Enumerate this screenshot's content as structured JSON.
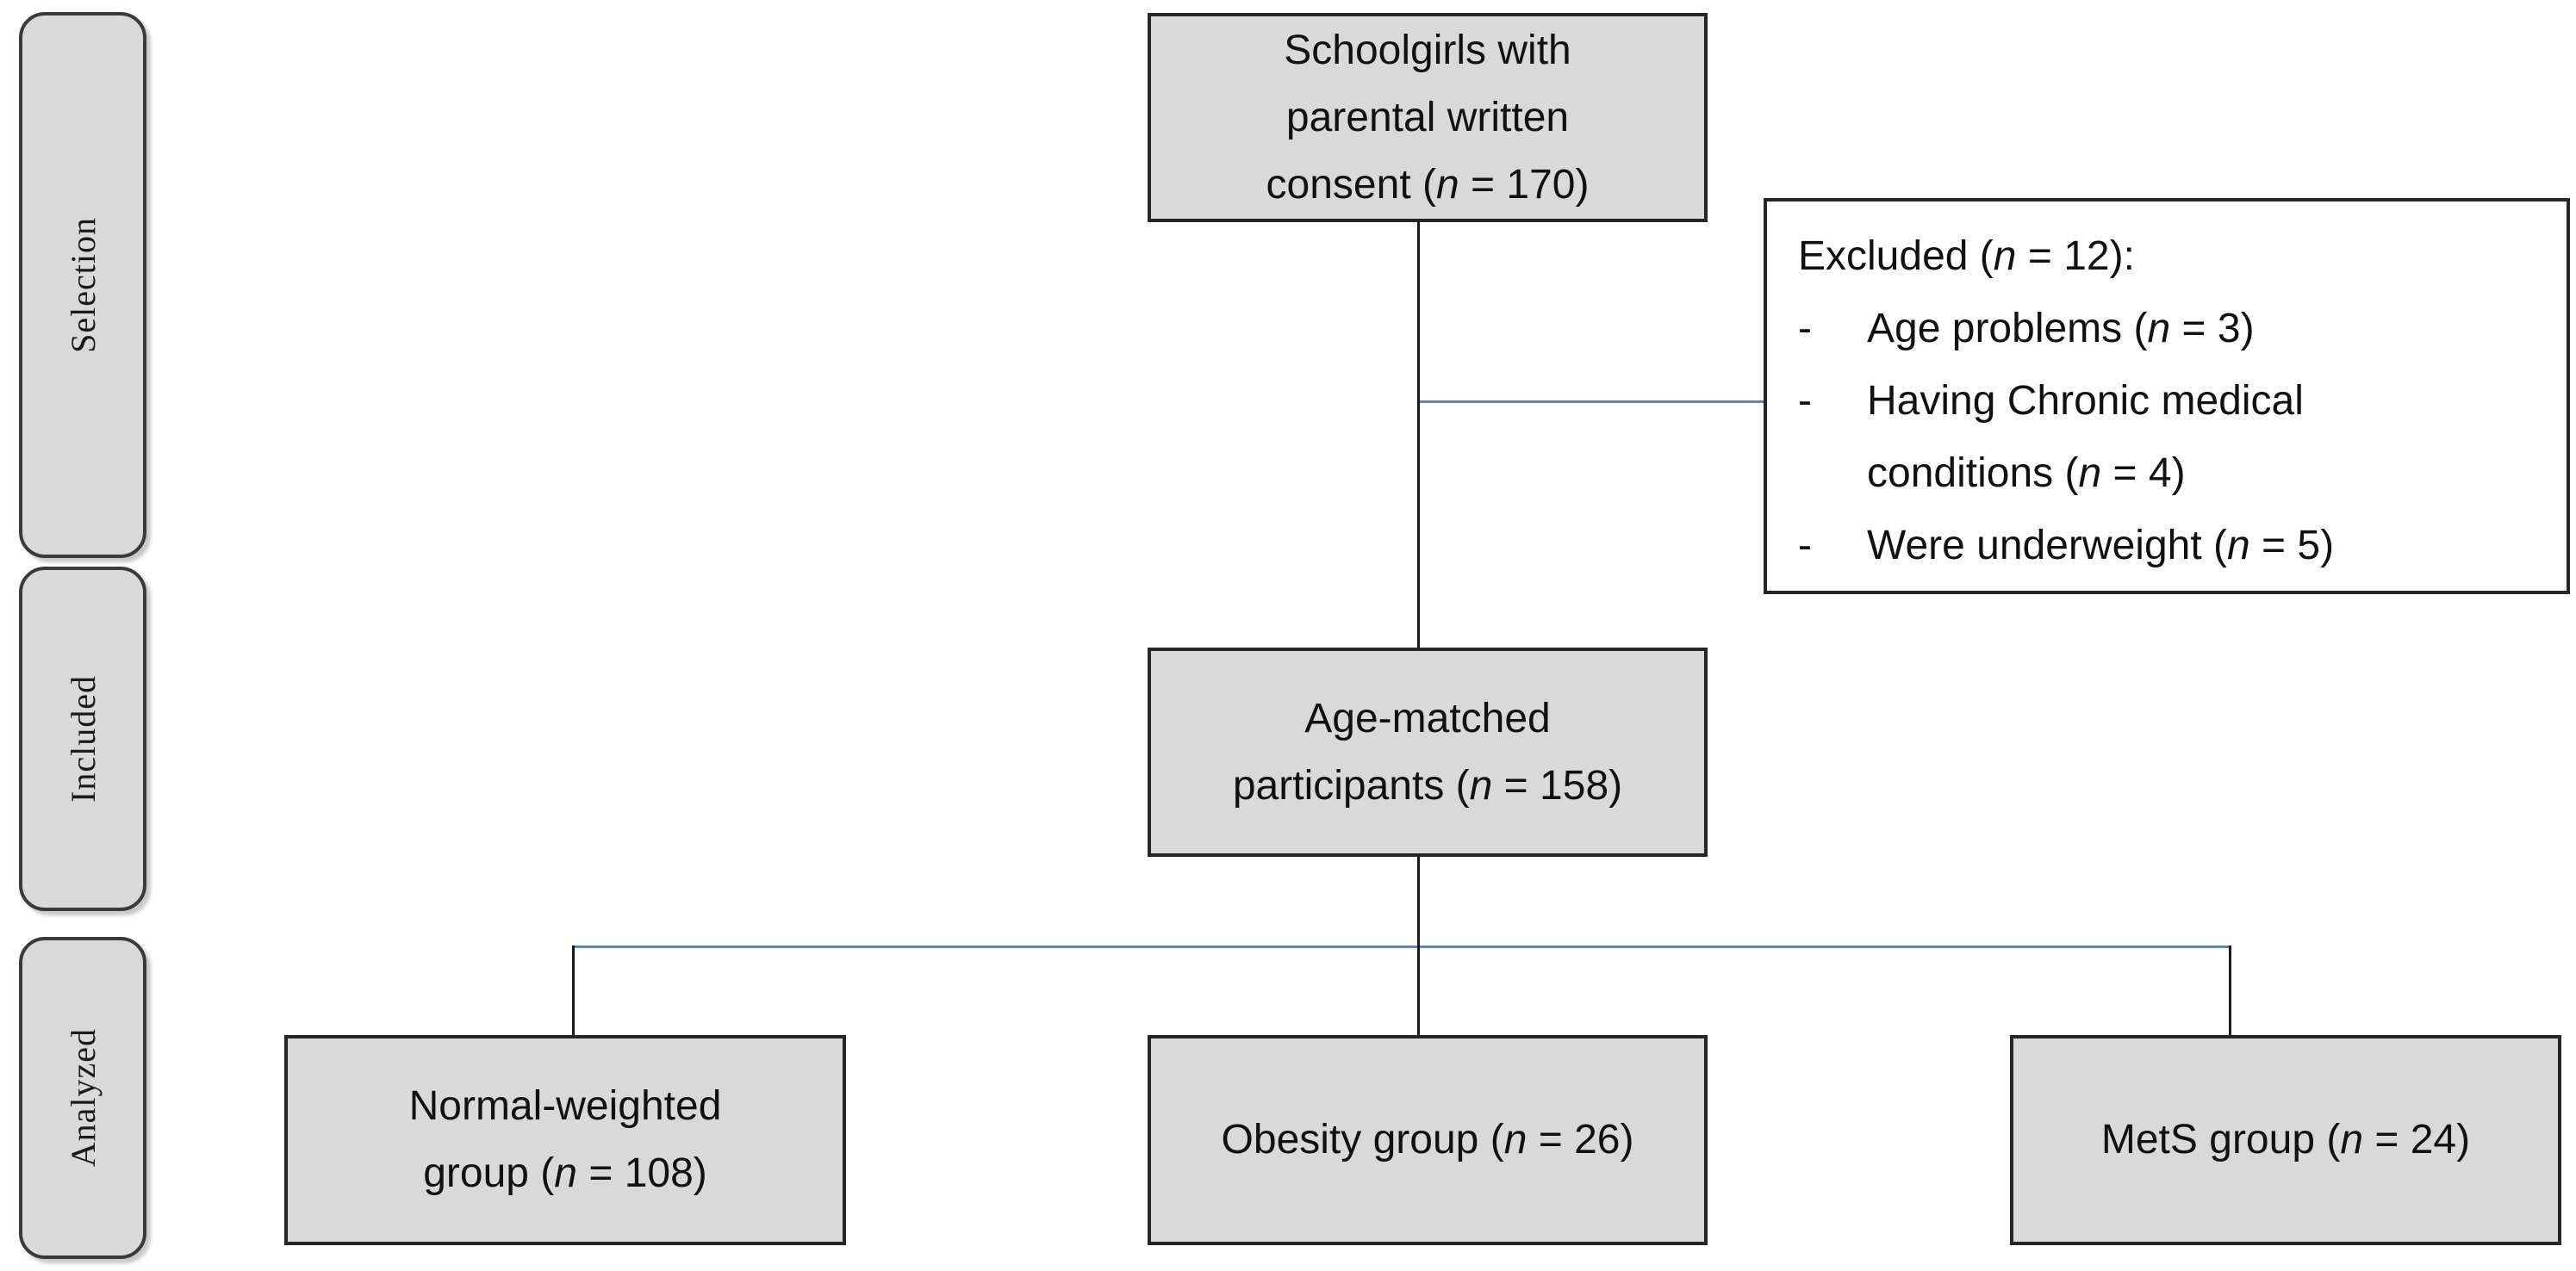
{
  "diagram": {
    "bullet": "-",
    "stages": [
      {
        "label": "Selection"
      },
      {
        "label": "Included"
      },
      {
        "label": "Analyzed"
      }
    ],
    "nodes": {
      "enrollment": {
        "lines": [
          {
            "pre": "Schoolgirls with"
          },
          {
            "pre": "parental written"
          },
          {
            "pre": "consent (",
            "it": "n",
            "post": " = 170)"
          }
        ]
      },
      "excluded": {
        "title": {
          "pre": "Excluded (",
          "it": "n",
          "post": " = 12):"
        },
        "items": [
          {
            "lines": [
              {
                "pre": "Age problems (",
                "it": "n",
                "post": " = 3)"
              }
            ]
          },
          {
            "lines": [
              {
                "pre": "Having Chronic medical"
              },
              {
                "pre": "conditions (",
                "it": "n",
                "post": " = 4)"
              }
            ]
          },
          {
            "lines": [
              {
                "pre": "Were underweight (",
                "it": "n",
                "post": " = 5)"
              }
            ]
          }
        ]
      },
      "included": {
        "lines": [
          {
            "pre": "Age-matched"
          },
          {
            "pre": "participants (",
            "it": "n",
            "post": " = 158)"
          }
        ]
      },
      "normal": {
        "lines": [
          {
            "pre": "Normal-weighted"
          },
          {
            "pre": "group (",
            "it": "n",
            "post": " = 108)"
          }
        ]
      },
      "obesity": {
        "lines": [
          {
            "pre": "Obesity group (",
            "it": "n",
            "post": " = 26)"
          }
        ]
      },
      "mets": {
        "lines": [
          {
            "pre": "MetS group (",
            "it": "n",
            "post": " = 24)"
          }
        ]
      }
    },
    "colors": {
      "box_fill": "#d9d9d9",
      "box_border": "#262626",
      "excluded_fill": "#ffffff",
      "connector_black": "#1a1a1a",
      "connector_blue": "#6286ac",
      "tab_fill": "#d9d9d9",
      "tab_border": "#3a3a3a"
    }
  }
}
